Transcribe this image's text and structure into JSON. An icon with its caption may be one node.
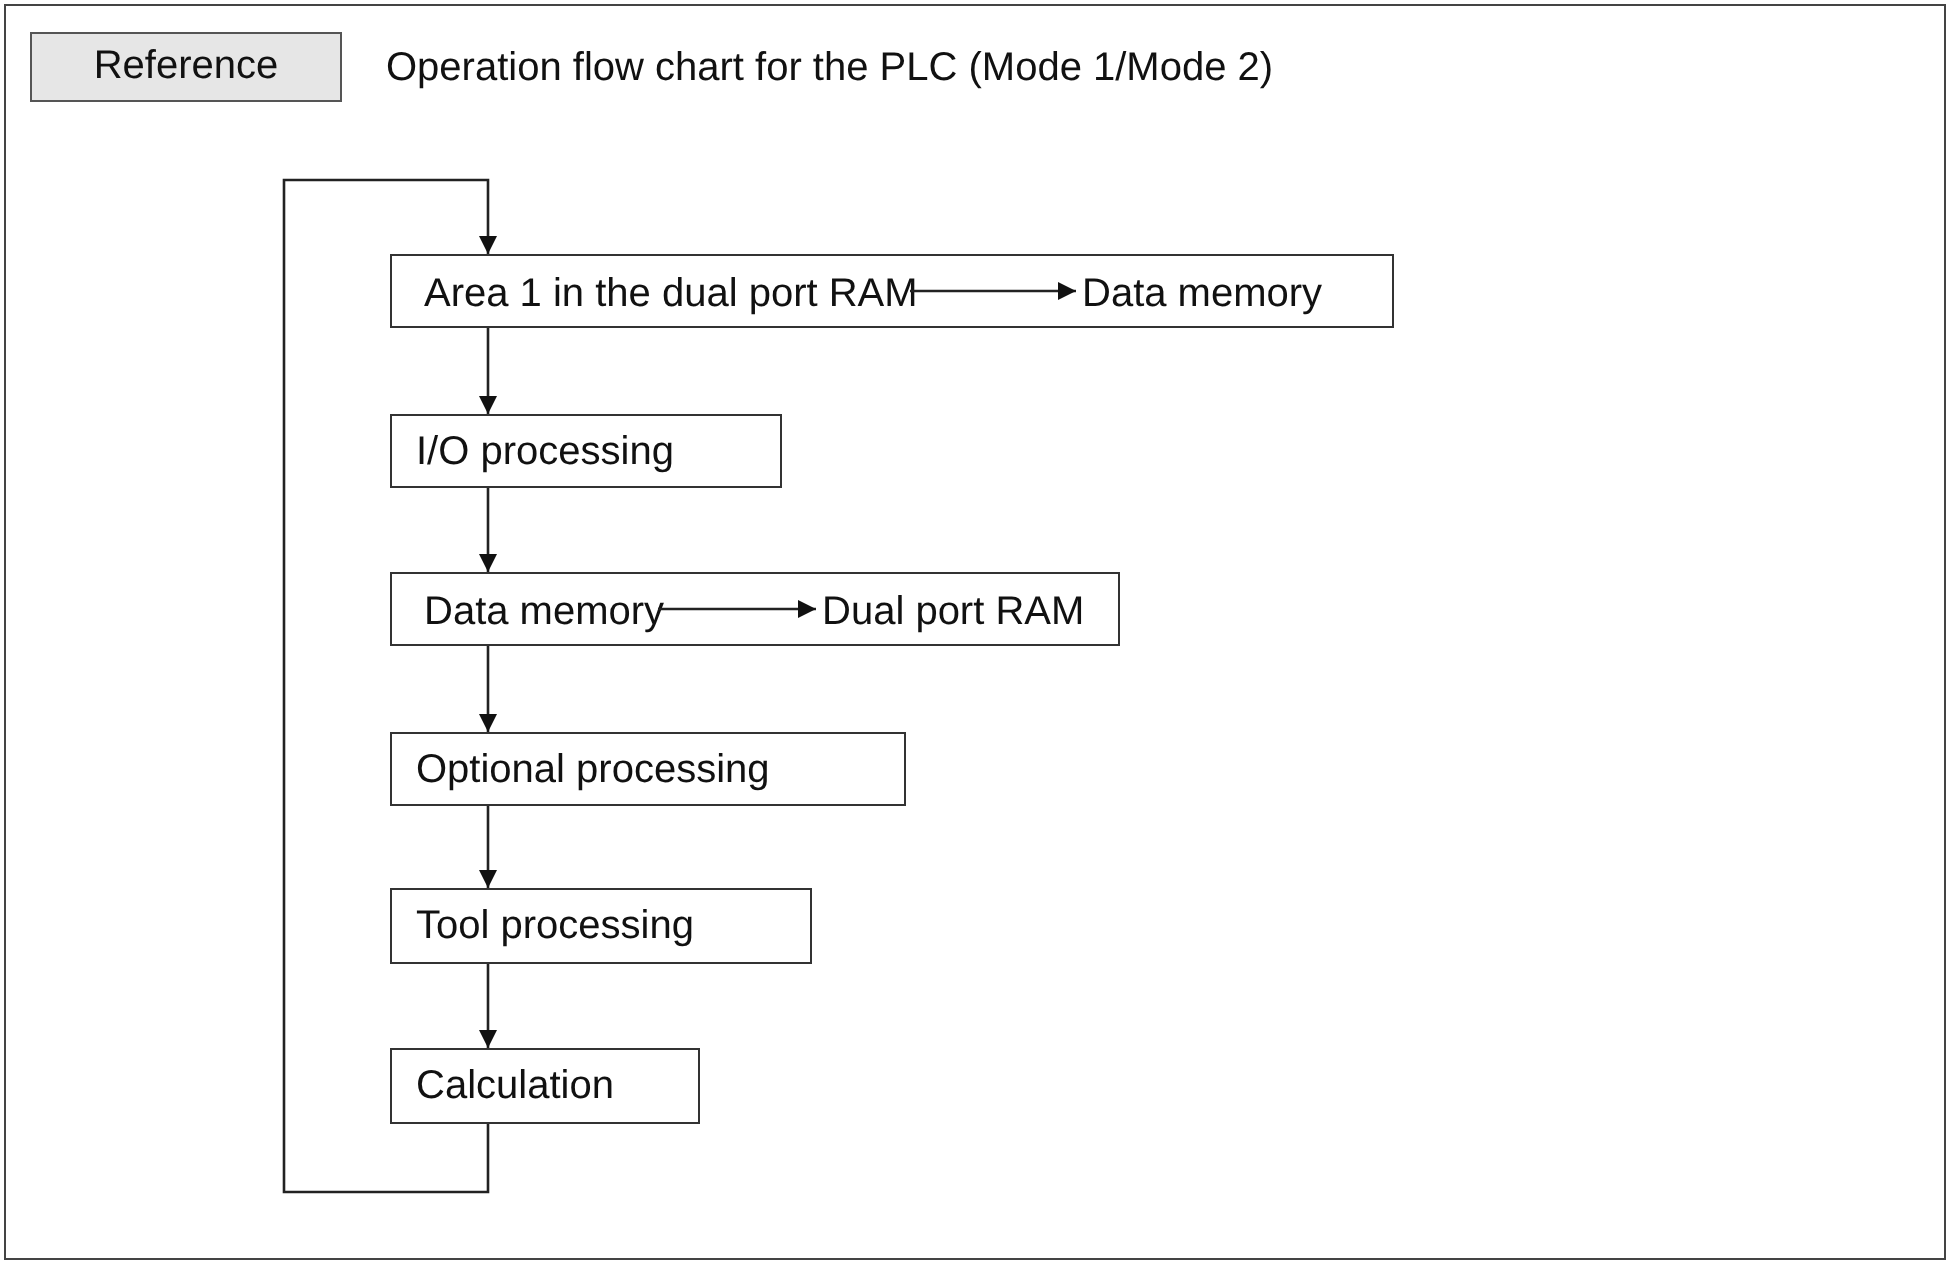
{
  "diagram": {
    "title": "Operation flow chart for the PLC (Mode 1/Mode 2)",
    "nodes": [
      {
        "text": [],
        "shape": "box"
      },
      {
        "text": [
          "Area 1 in the dual port RAM"
        ],
        "in": 0
      },
      {
        "text": [
          "Data memory"
        ],
        "in": 0
      },
      {
        "text": [
          "I/O processing"
        ]
      },
      {
        "text": [],
        "shape": "box"
      },
      {
        "text": [
          "Data memory"
        ],
        "in": 4
      },
      {
        "text": [
          "Dual port RAM"
        ],
        "in": 4
      },
      {
        "text": [
          "Optional processing"
        ]
      },
      {
        "text": [
          "Tool processing"
        ]
      },
      {
        "text": [
          "Calculation"
        ]
      }
    ],
    "edges": [
      {
        "from": 1,
        "to": 2,
        "arrow": "to"
      },
      {
        "from": 0,
        "to": 3,
        "arrow": "to"
      },
      {
        "from": 3,
        "to": 4,
        "arrow": "to"
      },
      {
        "from": 5,
        "to": 6,
        "arrow": "to"
      },
      {
        "from": 4,
        "to": 7,
        "arrow": "to"
      },
      {
        "from": 7,
        "to": 8,
        "arrow": "to"
      },
      {
        "from": 8,
        "to": 9,
        "arrow": "to"
      },
      {
        "from": 9,
        "to": 0,
        "arrow": "to"
      }
    ],
    "labels": [
      "Reference"
    ]
  }
}
